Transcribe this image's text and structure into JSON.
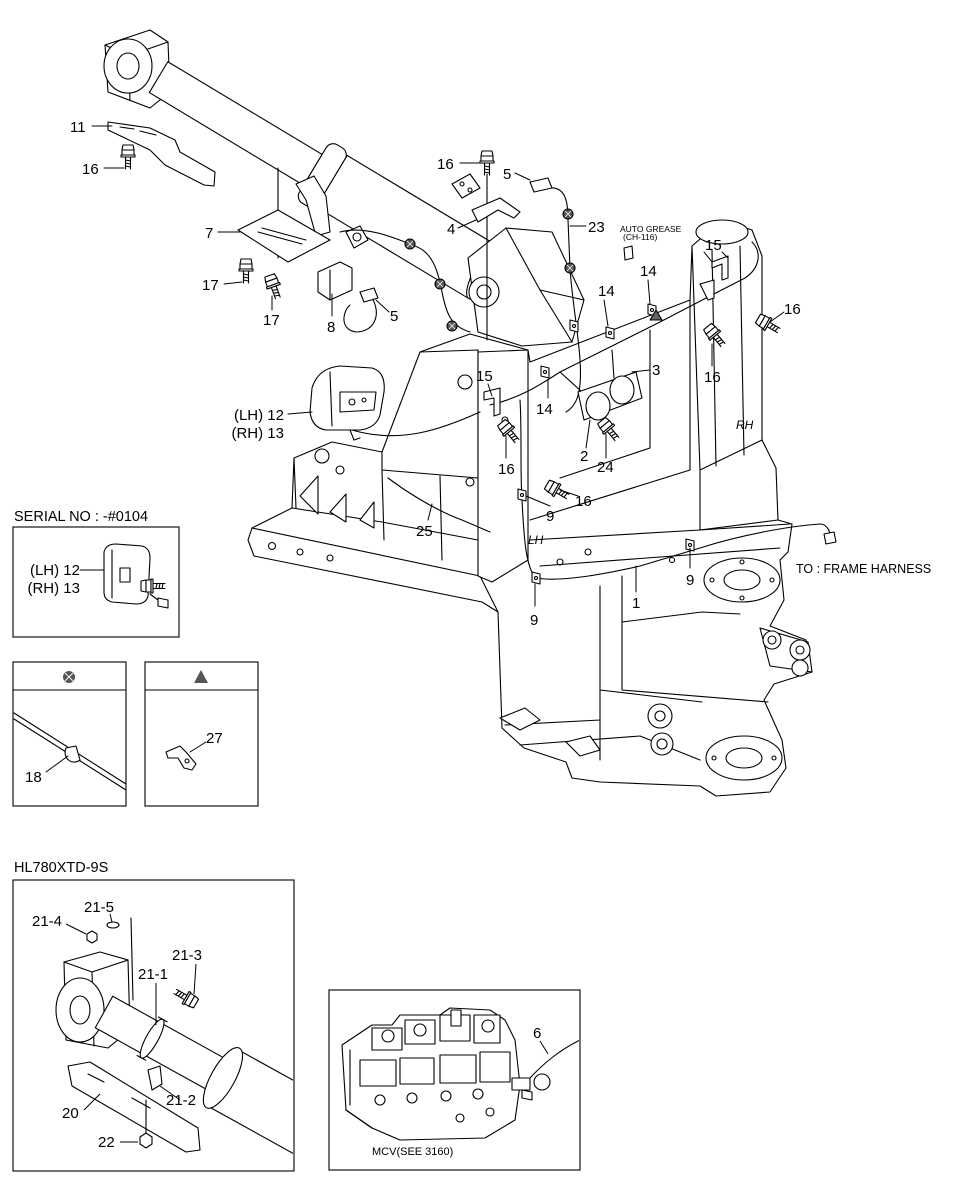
{
  "main_view": {
    "callouts": [
      "11",
      "16",
      "7",
      "17",
      "17",
      "8",
      "5",
      "16",
      "5",
      "4",
      "23",
      "15",
      "14",
      "14",
      "16",
      "16",
      "3",
      "15",
      "(LH) 12",
      "(RH) 13",
      "14",
      "2",
      "24",
      "16",
      "16",
      "9",
      "25",
      "9",
      "1",
      "9"
    ],
    "notes": {
      "auto_grease": "AUTO GREASE",
      "auto_grease_ref": "(CH-116)",
      "frame_harness": "TO : FRAME HARNESS"
    },
    "side_marks": {
      "left": "LH",
      "right": "RH"
    }
  },
  "serial_box": {
    "title": "SERIAL NO : -#0104",
    "callouts": [
      "(LH) 12",
      "(RH) 13"
    ]
  },
  "grease_box": {
    "symbol_icon": "grease-point-icon",
    "callouts": [
      "18"
    ]
  },
  "triangle_box": {
    "symbol_icon": "triangle-mark-icon",
    "callouts": [
      "27"
    ]
  },
  "variant_box": {
    "title": "HL780XTD-9S",
    "callouts": [
      "21-5",
      "21-4",
      "21-3",
      "21-1",
      "21-2",
      "20",
      "22"
    ]
  },
  "mcv_box": {
    "callouts": [
      "6"
    ],
    "caption": "MCV(SEE 3160)"
  },
  "colors": {
    "line": "#000000",
    "background": "#ffffff",
    "grease_mark": "#555555"
  }
}
